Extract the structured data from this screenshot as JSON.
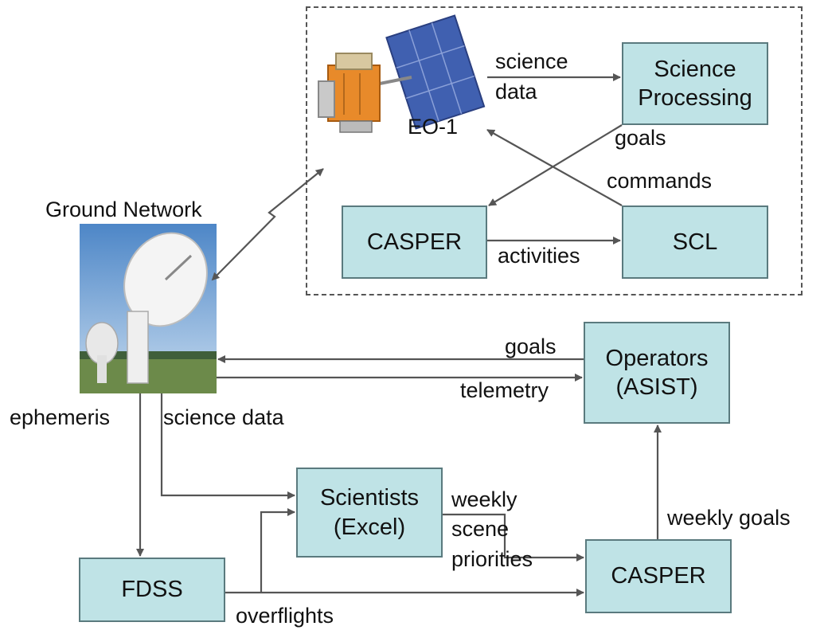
{
  "nodes": {
    "science_processing": "Science Processing",
    "casper_onboard": "CASPER",
    "scl": "SCL",
    "operators": "Operators (ASIST)",
    "scientists": "Scientists (Excel)",
    "fdss": "FDSS",
    "casper_ground": "CASPER"
  },
  "labels": {
    "eo1": "EO-1",
    "ground_network": "Ground Network",
    "science_data_top_1": "science",
    "science_data_top_2": "data",
    "goals_top": "goals",
    "commands": "commands",
    "activities": "activities",
    "goals_mid": "goals",
    "telemetry": "telemetry",
    "ephemeris": "ephemeris",
    "science_data_ground": "science data",
    "weekly_1": "weekly",
    "weekly_2": "scene",
    "weekly_3": "priorities",
    "weekly_goals": "weekly goals",
    "overflights": "overflights"
  },
  "colors": {
    "box_fill": "#bfe3e6",
    "box_border": "#5a7a7e",
    "arrow": "#555555"
  }
}
